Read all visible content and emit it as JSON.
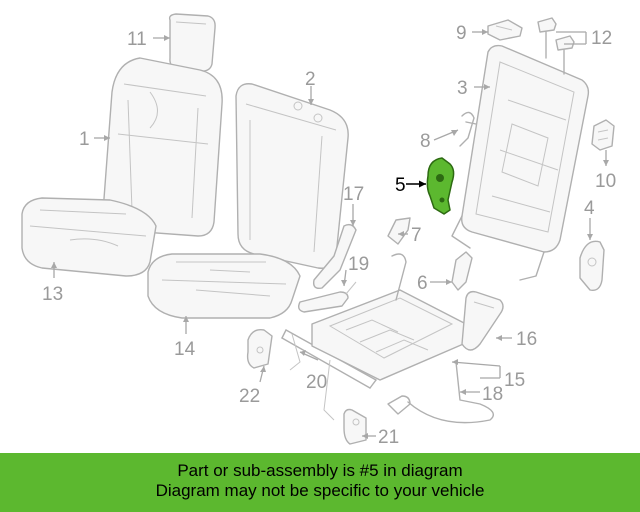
{
  "callouts": {
    "c1": "1",
    "c2": "2",
    "c3": "3",
    "c4": "4",
    "c5": "5",
    "c6": "6",
    "c7": "7",
    "c8": "8",
    "c9": "9",
    "c10": "10",
    "c11": "11",
    "c12": "12",
    "c13": "13",
    "c14": "14",
    "c15": "15",
    "c16": "16",
    "c17": "17",
    "c18": "18",
    "c19": "19",
    "c20": "20",
    "c21": "21",
    "c22": "22"
  },
  "highlighted_part": "5",
  "colors": {
    "highlight": "#5cb82f",
    "banner": "#5cb82f",
    "line": "#b0b0b0",
    "label": "#9a9a9a"
  },
  "banner": {
    "line1": "Part or sub-assembly is #5 in diagram",
    "line2": "Diagram may not be specific to your vehicle"
  }
}
